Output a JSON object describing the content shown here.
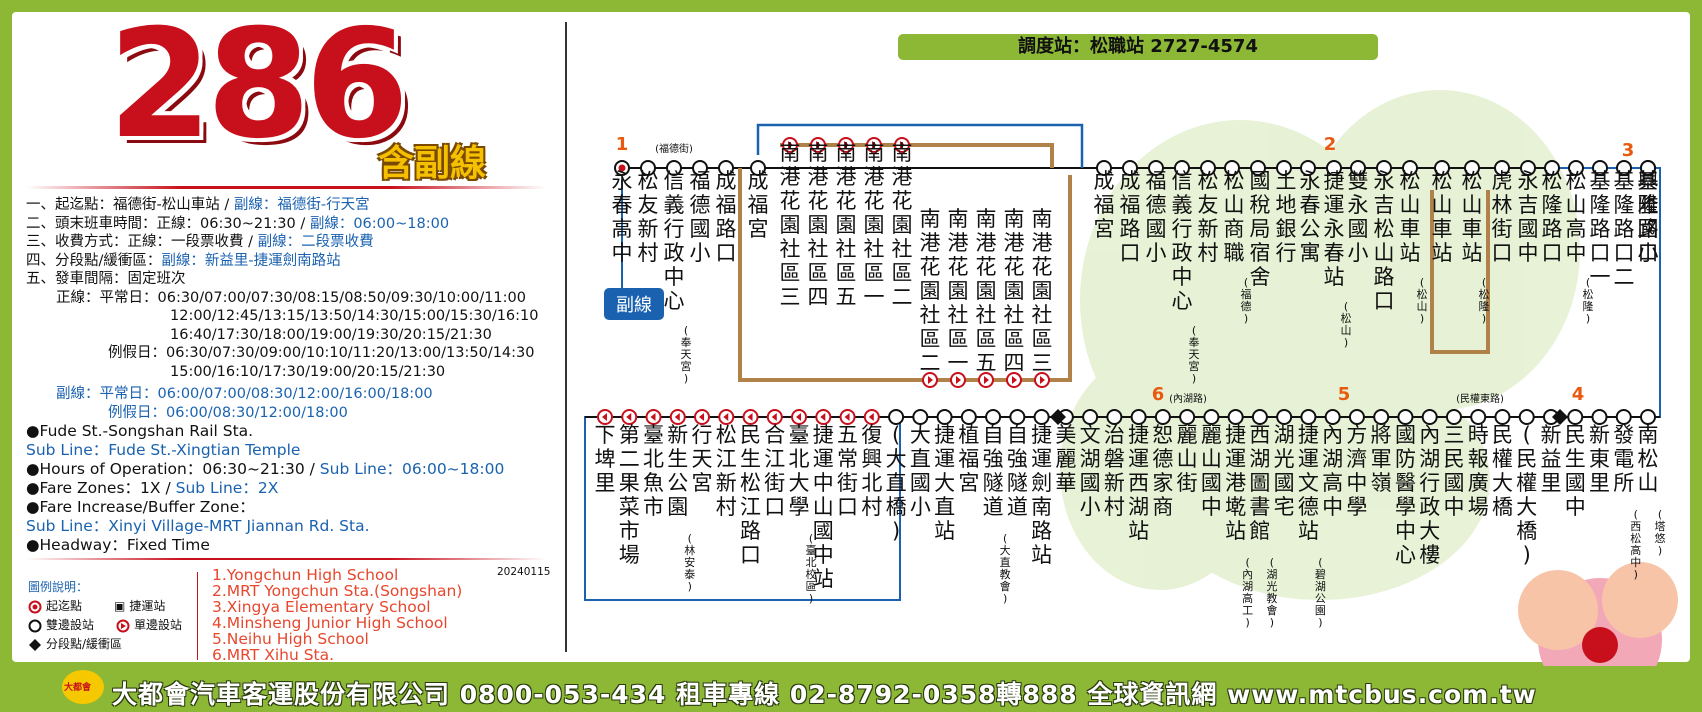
{
  "route": {
    "number": "286",
    "badge": "含副線"
  },
  "info_zh": [
    {
      "label": "一、起迄點：福德街-松山車站 / ",
      "sub": "副線：福德街-行天宮"
    },
    {
      "label": "二、頭末班車時間：正線：06:30~21:30 / ",
      "sub": "副線：06:00~18:00"
    },
    {
      "label": "三、收費方式：正線：一段票收費 / ",
      "sub": "副線：二段票收費"
    },
    {
      "label": "四、分段點/緩衝區：",
      "sub": "副線：新益里-捷運劍南路站"
    },
    {
      "label": "五、發車間隔：固定班次",
      "sub": ""
    }
  ],
  "schedule": {
    "main_weekday_label": "正線：平常日：",
    "main_weekday": [
      "06:30/07:00/07:30/08:15/08:50/09:30/10:00/11:00",
      "12:00/12:45/13:15/13:50/14:30/15:00/15:30/16:10",
      "16:40/17:30/18:00/19:00/19:30/20:15/21:30"
    ],
    "main_holiday_label": "例假日：",
    "main_holiday": [
      "06:30/07:30/09:00/10:10/11:20/13:00/13:50/14:30",
      "15:00/16:10/17:30/19:00/20:15/21:30"
    ],
    "sub_weekday": "副線：平常日：06:00/07:00/08:30/12:00/16:00/18:00",
    "sub_holiday": "例假日：06:00/08:30/12:00/18:00"
  },
  "info_en": [
    {
      "main": "●Fude St.-Songshan Rail Sta.",
      "sub": ""
    },
    {
      "main": "",
      "sub": " Sub Line：Fude St.-Xingtian Temple"
    },
    {
      "main": "●Hours of Operation：06:30~21:30 / ",
      "sub": "Sub Line：06:00~18:00"
    },
    {
      "main": "●Fare Zones：1X / ",
      "sub": "Sub Line：2X"
    },
    {
      "main": "●Fare Increase/Buffer Zone：",
      "sub": ""
    },
    {
      "main": "",
      "sub": " Sub Line：Xinyi Village-MRT Jiannan Rd. Sta."
    },
    {
      "main": "●Headway：Fixed Time",
      "sub": ""
    }
  ],
  "legend": {
    "title": "圖例說明：",
    "items": [
      "起迄點",
      "捷運站",
      "雙邊設站",
      "單邊設站",
      "分段點/緩衝區"
    ]
  },
  "stops_en": [
    "1.Yongchun High School",
    "2.MRT Yongchun Sta.(Songshan)",
    "3.Xingya Elementary School",
    "4.Minsheng Junior High School",
    "5.Neihu High School",
    "6.MRT Xihu Sta."
  ],
  "date": "20240115",
  "dispatch": "調度站：松職站 2727-4574",
  "sub_line_tag": "副線",
  "street_labels": {
    "fude": "(福德街)",
    "neihu": "(內湖路)",
    "minquan": "(民權東路)"
  },
  "markers": [
    "1",
    "2",
    "3",
    "4",
    "5",
    "6"
  ],
  "stops_top": [
    {
      "name": "永春高中",
      "note": ""
    },
    {
      "name": "松友新村",
      "note": ""
    },
    {
      "name": "信義行政中心",
      "note": "(奉天宮)"
    },
    {
      "name": "福德國小",
      "note": ""
    },
    {
      "name": "成福路口",
      "note": ""
    },
    {
      "name": "成福宮",
      "note": ""
    },
    {
      "name": "南港花園社區三",
      "note": ""
    },
    {
      "name": "南港花園社區四",
      "note": ""
    },
    {
      "name": "南港花園社區五",
      "note": ""
    },
    {
      "name": "南港花園社區一",
      "note": ""
    },
    {
      "name": "南港花園社區二",
      "note": ""
    },
    {
      "name": "南港花園社區二",
      "note": ""
    },
    {
      "name": "南港花園社區一",
      "note": ""
    },
    {
      "name": "南港花園社區五",
      "note": ""
    },
    {
      "name": "南港花園社區四",
      "note": ""
    },
    {
      "name": "南港花園社區三",
      "note": ""
    },
    {
      "name": "成福宮",
      "note": ""
    },
    {
      "name": "成福路口",
      "note": ""
    },
    {
      "name": "福德國小",
      "note": ""
    },
    {
      "name": "信義行政中心",
      "note": "(奉天宮)"
    },
    {
      "name": "松友新村",
      "note": ""
    },
    {
      "name": "松山商職",
      "note": "(福德)"
    },
    {
      "name": "國稅局宿舍",
      "note": ""
    },
    {
      "name": "土地銀行",
      "note": ""
    },
    {
      "name": "永春公寓",
      "note": ""
    },
    {
      "name": "捷運永春站",
      "note": "(松山)"
    },
    {
      "name": "雙永國小",
      "note": ""
    },
    {
      "name": "永吉松山路口",
      "note": ""
    },
    {
      "name": "松山車站",
      "note": "(松山)"
    },
    {
      "name": "松山車站",
      "note": ""
    },
    {
      "name": "松山車站",
      "note": "(松隆)"
    },
    {
      "name": "虎林街口",
      "note": ""
    },
    {
      "name": "永吉國中",
      "note": ""
    },
    {
      "name": "松隆路口",
      "note": ""
    },
    {
      "name": "松山高中",
      "note": "(松隆)"
    },
    {
      "name": "基隆路口一",
      "note": ""
    },
    {
      "name": "基隆路口二",
      "note": ""
    },
    {
      "name": "興雅國小",
      "note": ""
    },
    {
      "name": "基隆路口",
      "note": ""
    }
  ],
  "stops_bottom": [
    {
      "name": "下埤里",
      "note": ""
    },
    {
      "name": "第二果菜市場",
      "note": ""
    },
    {
      "name": "臺北魚市",
      "note": ""
    },
    {
      "name": "新生公園",
      "note": "(林安泰)"
    },
    {
      "name": "行天宮",
      "note": ""
    },
    {
      "name": "松江新村",
      "note": ""
    },
    {
      "name": "民生松江路口",
      "note": ""
    },
    {
      "name": "合江街口",
      "note": ""
    },
    {
      "name": "臺北大學",
      "note": "(臺北校區)"
    },
    {
      "name": "捷運中山國中站",
      "note": ""
    },
    {
      "name": "五常街口",
      "note": ""
    },
    {
      "name": "復興北村",
      "note": ""
    },
    {
      "name": "(大直橋)",
      "note": ""
    },
    {
      "name": "大直國小",
      "note": ""
    },
    {
      "name": "捷運大直站",
      "note": ""
    },
    {
      "name": "植福宮",
      "note": ""
    },
    {
      "name": "自強隧道",
      "note": "(大直教會)"
    },
    {
      "name": "自強隧道",
      "note": ""
    },
    {
      "name": "捷運劍南路站",
      "note": ""
    },
    {
      "name": "美麗華",
      "note": ""
    },
    {
      "name": "文湖國小",
      "note": ""
    },
    {
      "name": "治磐新村",
      "note": ""
    },
    {
      "name": "捷運西湖站",
      "note": ""
    },
    {
      "name": "恕德家商",
      "note": ""
    },
    {
      "name": "麗山街",
      "note": ""
    },
    {
      "name": "麗山國中",
      "note": ""
    },
    {
      "name": "捷運港墘站",
      "note": "(內湖高工)"
    },
    {
      "name": "西湖圖書館",
      "note": "(湖光教會)"
    },
    {
      "name": "湖光國宅",
      "note": ""
    },
    {
      "name": "捷運文德站",
      "note": "(碧湖公園)"
    },
    {
      "name": "內湖高中",
      "note": ""
    },
    {
      "name": "方濟中學",
      "note": ""
    },
    {
      "name": "將軍嶺",
      "note": ""
    },
    {
      "name": "國防醫學中心",
      "note": ""
    },
    {
      "name": "內湖行政大樓",
      "note": ""
    },
    {
      "name": "三民國中",
      "note": ""
    },
    {
      "name": "時報廣場",
      "note": ""
    },
    {
      "name": "民權大橋",
      "note": ""
    },
    {
      "name": "(民權大橋)",
      "note": ""
    },
    {
      "name": "新益里",
      "note": ""
    },
    {
      "name": "民生國中",
      "note": ""
    },
    {
      "name": "新東里",
      "note": ""
    },
    {
      "name": "發電所",
      "note": "(西松高中)"
    },
    {
      "name": "南松山",
      "note": "(塔悠)"
    }
  ],
  "footer": "大都會汽車客運股份有限公司  0800-053-434  租車專線 02-8792-0358轉888  全球資訊網 www.mtcbus.com.tw",
  "logo_text": "大都會",
  "colors": {
    "green": "#8cb836",
    "red": "#c8101c",
    "blue": "#1a62b0",
    "brown": "#b0824a",
    "orange": "#e8472d"
  }
}
